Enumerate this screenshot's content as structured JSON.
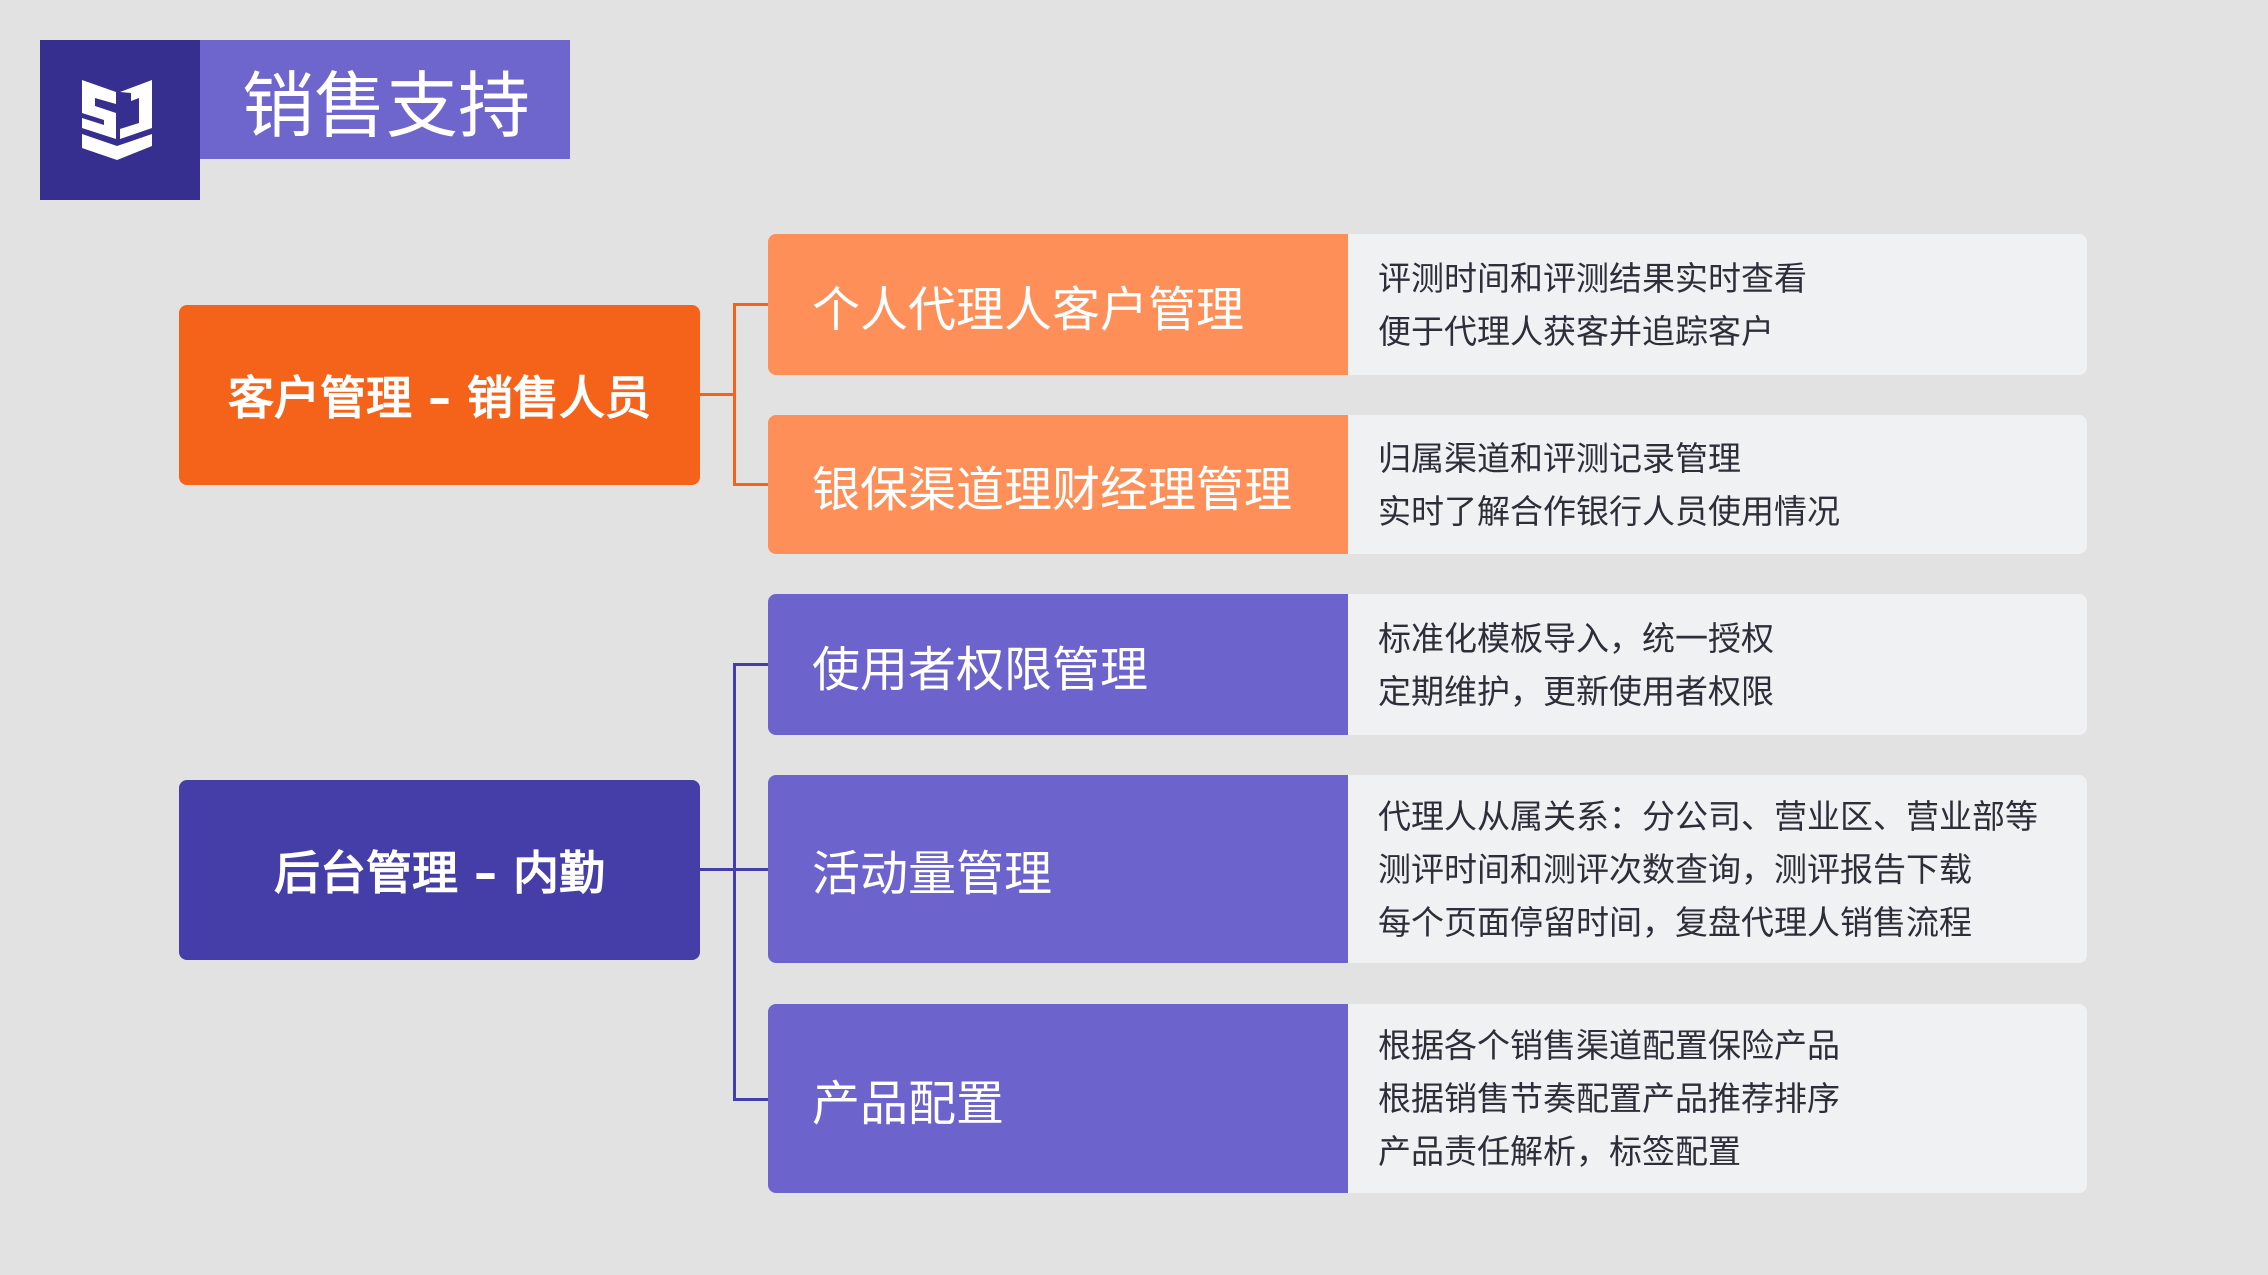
{
  "header": {
    "title": "销售支持",
    "logo_icon": "sj-shield-logo"
  },
  "colors": {
    "orange_dark": "#f5631a",
    "orange_light": "#ff8f59",
    "purple_dark": "#463ea8",
    "purple": "#6c63cc"
  },
  "groups": [
    {
      "label": "客户管理 – 销售人员",
      "items": [
        {
          "label": "个人代理人客户管理",
          "lines": [
            "评测时间和评测结果实时查看",
            "便于代理人获客并追踪客户"
          ]
        },
        {
          "label": "银保渠道理财经理管理",
          "lines": [
            "归属渠道和评测记录管理",
            "实时了解合作银行人员使用情况"
          ]
        }
      ]
    },
    {
      "label": "后台管理 – 内勤",
      "items": [
        {
          "label": "使用者权限管理",
          "lines": [
            "标准化模板导入，统一授权",
            "定期维护，更新使用者权限"
          ]
        },
        {
          "label": "活动量管理",
          "lines": [
            "代理人从属关系：分公司、营业区、营业部等",
            "测评时间和测评次数查询，测评报告下载",
            "每个页面停留时间，复盘代理人销售流程"
          ]
        },
        {
          "label": "产品配置",
          "lines": [
            "根据各个销售渠道配置保险产品",
            "根据销售节奏配置产品推荐排序",
            "产品责任解析，标签配置"
          ]
        }
      ]
    }
  ]
}
